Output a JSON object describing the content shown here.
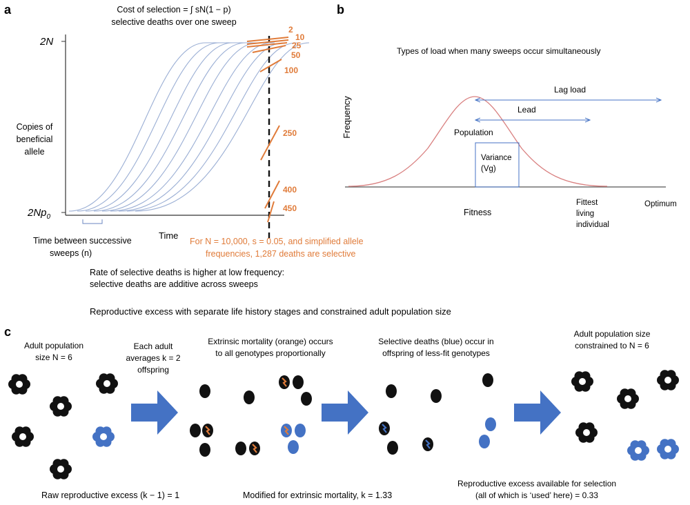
{
  "panels": {
    "a": {
      "letter": "a",
      "cost_line": "Cost of selection = ∫ sN(1 − p)",
      "cost_sub": "selective deaths over one sweep",
      "y_top": "2N",
      "y_bottom_base": "2Np",
      "y_bottom_sub": "0",
      "y_label": [
        "Copies of",
        "beneficial",
        "allele"
      ],
      "x_label": "Time",
      "between_label": [
        "Time between successive",
        "sweeps (n)"
      ],
      "tangent_labels": [
        "2",
        "10",
        "25",
        "50",
        "100",
        "250",
        "400",
        "450"
      ],
      "note": [
        "For N = 10,000, s = 0.05, and simplified allele",
        "frequencies, 1,287 deaths are selective"
      ],
      "rate_note": [
        "Rate of selective deaths is higher at low frequency:",
        "selective deaths are additive across sweeps"
      ]
    },
    "b": {
      "letter": "b",
      "title": "Types of load when many sweeps occur simultaneously",
      "y_label": "Frequency",
      "x_label": "Fitness",
      "lag_load": "Lag load",
      "lead": "Lead",
      "population": "Population",
      "variance": [
        "Variance",
        "(Vg)"
      ],
      "fittest": [
        "Fittest",
        "living",
        "individual"
      ],
      "optimum": "Optimum"
    },
    "c": {
      "letter": "c",
      "header": "Reproductive excess with separate life history stages and constrained adult population size",
      "adult_size": [
        "Adult population",
        "size N = 6"
      ],
      "each_adult": [
        "Each adult",
        "averages k = 2",
        "offspring"
      ],
      "extrinsic": [
        "Extrinsic mortality (orange) occurs",
        "to all genotypes proportionally"
      ],
      "selective": [
        "Selective deaths (blue) occur in",
        "offspring of less-fit genotypes"
      ],
      "constrained": [
        "Adult population size",
        "constrained to N = 6"
      ],
      "raw_excess": "Raw reproductive excess (k − 1) = 1",
      "modified": "Modified for extrinsic mortality, k = 1.33",
      "available": [
        "Reproductive excess available for selection",
        "(all of which is ‘used’ here) = 0.33"
      ]
    }
  },
  "colors": {
    "curve": "#9aaed4",
    "orange": "#e07b39",
    "blue": "#4472c4",
    "pink": "#d98080",
    "black": "#111111"
  }
}
